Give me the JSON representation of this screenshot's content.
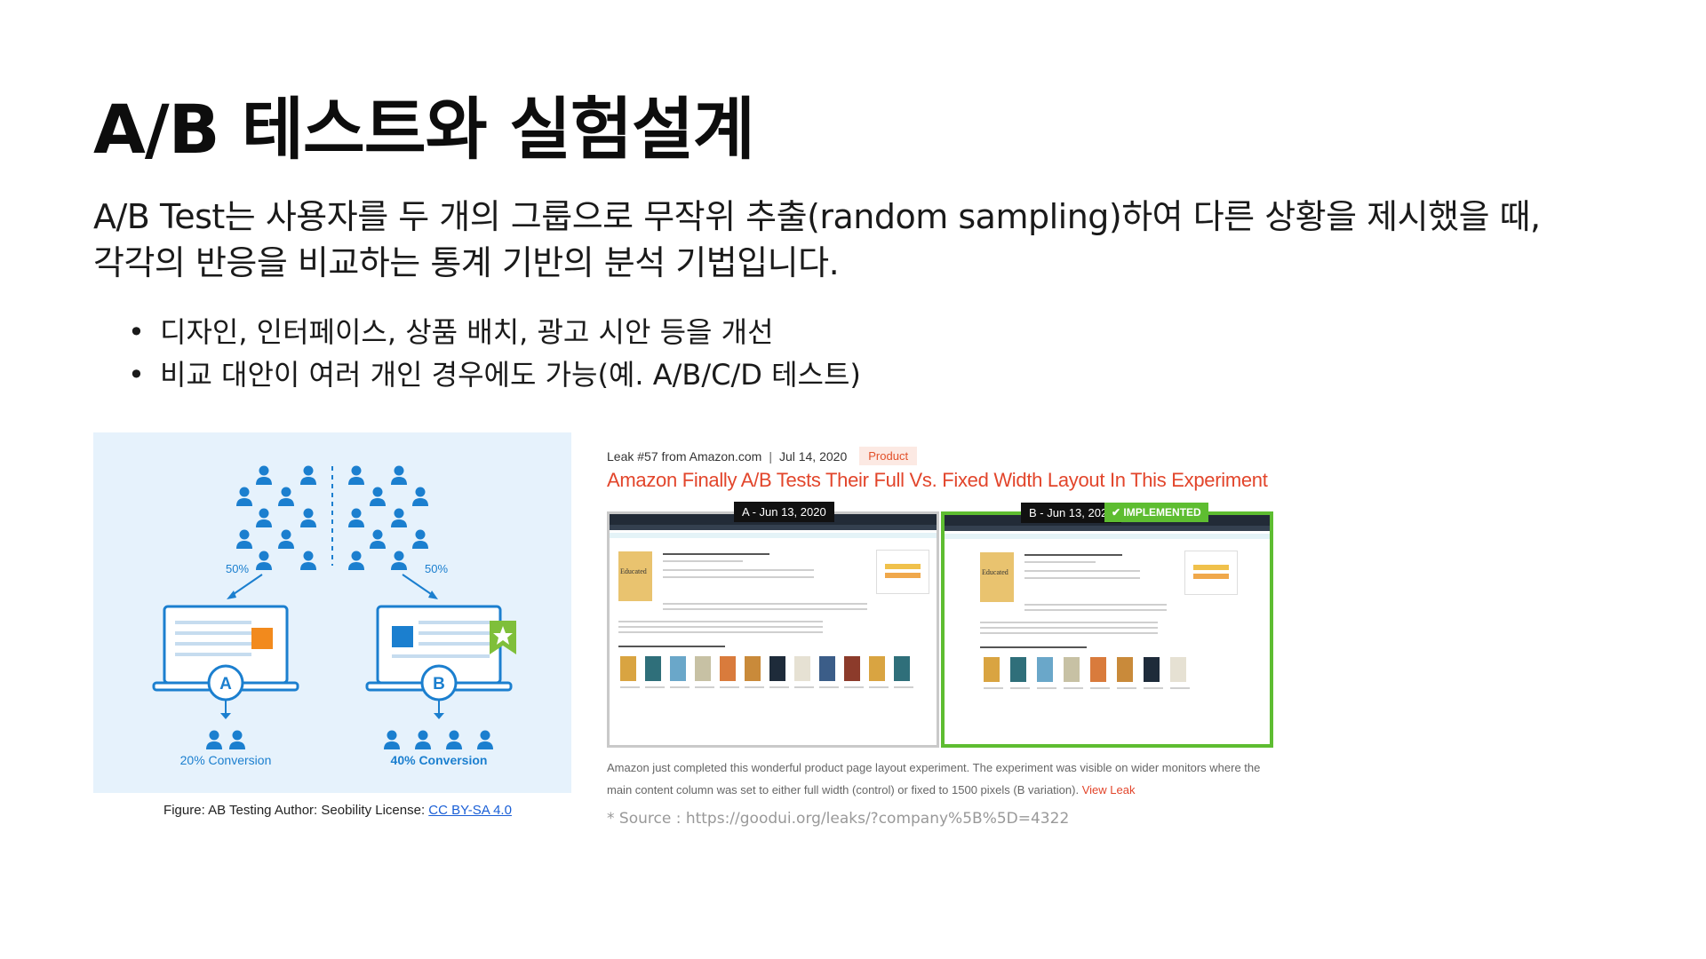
{
  "slide": {
    "title": "A/B 테스트와 실험설계",
    "lead_line1": "A/B Test는 사용자를 두 개의 그룹으로 무작위 추출(random sampling)하여 다른 상황을 제시했을 때,",
    "lead_line2": "각각의 반응을 비교하는 통계 기반의 분석 기법입니다.",
    "bullets": [
      "디자인, 인터페이스, 상품 배치, 광고 시안 등을 개선",
      "비교 대안이 여러 개인 경우에도 가능(예. A/B/C/D 테스트)"
    ],
    "bullet_glyph": "•"
  },
  "figure": {
    "split_left": "50%",
    "split_right": "50%",
    "variant_a": "A",
    "variant_b": "B",
    "conversion_a": "20% Conversion",
    "conversion_b": "40% Conversion",
    "caption_prefix": "Figure: AB Testing Author: Seobility License: ",
    "caption_link": "CC BY-SA 4.0",
    "colors": {
      "blue": "#1b7fcf",
      "orange": "#f28a1d",
      "green": "#7fbf3a",
      "bg": "#e6f2fc"
    },
    "icons": [
      "person-icon",
      "laptop-icon",
      "star-bookmark-icon"
    ]
  },
  "leak": {
    "source_line": "Leak #57 from Amazon.com",
    "separator": "|",
    "date": "Jul 14, 2020",
    "tag": "Product",
    "title": "Amazon Finally A/B Tests Their Full Vs. Fixed Width Layout In This Experiment",
    "label_a": "A - Jun 13, 2020",
    "label_b": "B - Jun 13, 2020",
    "implemented": "✔ IMPLEMENTED",
    "mock_book_title": "Educated",
    "description": "Amazon just completed this wonderful product page layout experiment. The experiment was visible on wider monitors where the main content column was set to either full width (control) or fixed to 1500 pixels (B variation).",
    "view_link": "View Leak",
    "colors": {
      "title": "#e2452b",
      "implemented_border": "#5ebd31"
    }
  },
  "source_note": "* Source : https://goodui.org/leaks/?company%5B%5D=4322"
}
